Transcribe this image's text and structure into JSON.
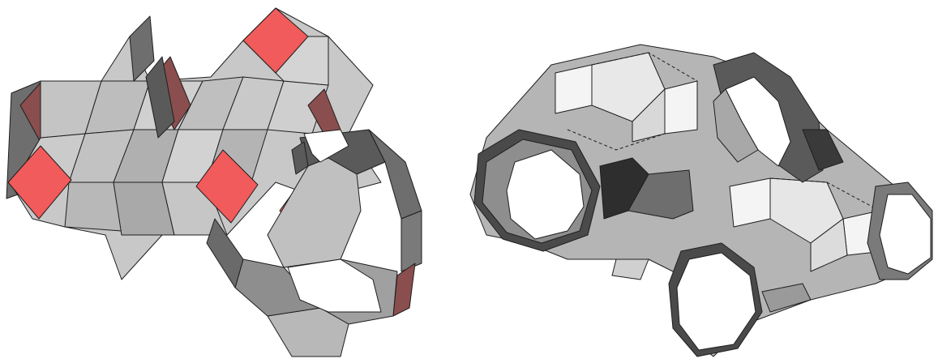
{
  "figure": {
    "panels": [
      {
        "id": "left",
        "description_shape": "rhombic periodic surface with tubular handles",
        "highlight_color": "#f25b5b"
      },
      {
        "id": "right",
        "description_shape": "tubular surface with open circular ends",
        "highlight_color": "#ffffff"
      }
    ],
    "palette": {
      "face_light": "#c8c8c8",
      "face_mid": "#a8a8a8",
      "face_dark": "#6e6e6e",
      "face_darker": "#4a4a4a",
      "face_white": "#f4f4f4",
      "face_brown": "#8a4e4e",
      "face_red": "#f25b5b",
      "edge": "#1e1e1e"
    }
  }
}
